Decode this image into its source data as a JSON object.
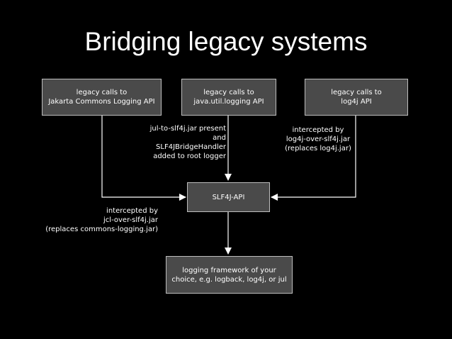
{
  "slide": {
    "title": "Bridging legacy systems"
  },
  "boxes": {
    "jcl": {
      "line1": "legacy calls to",
      "line2": "Jakarta Commons Logging API"
    },
    "jul": {
      "line1": "legacy calls to",
      "line2": "java.util.logging API"
    },
    "log4j": {
      "line1": "legacy calls to",
      "line2": "log4j API"
    },
    "slf4j": {
      "label": "SLF4J-API"
    },
    "framework": {
      "line1": "logging framework of your",
      "line2": "choice, e.g. logback, log4j, or jul"
    }
  },
  "notes": {
    "jul_bridge": [
      "jul-to-slf4j.jar present",
      "and",
      "SLF4JBridgeHandler",
      "added to root logger"
    ],
    "log4j_bridge": [
      "intercepted by",
      "log4j-over-slf4j.jar",
      "(replaces log4j.jar)"
    ],
    "jcl_bridge": [
      "intercepted by",
      "jcl-over-slf4j.jar",
      "(replaces commons-logging.jar)"
    ]
  },
  "colors": {
    "background": "#000000",
    "box_fill": "#4a4a4a",
    "box_border": "#bdbdbd",
    "connector": "#ffffff",
    "text": "#ffffff"
  }
}
